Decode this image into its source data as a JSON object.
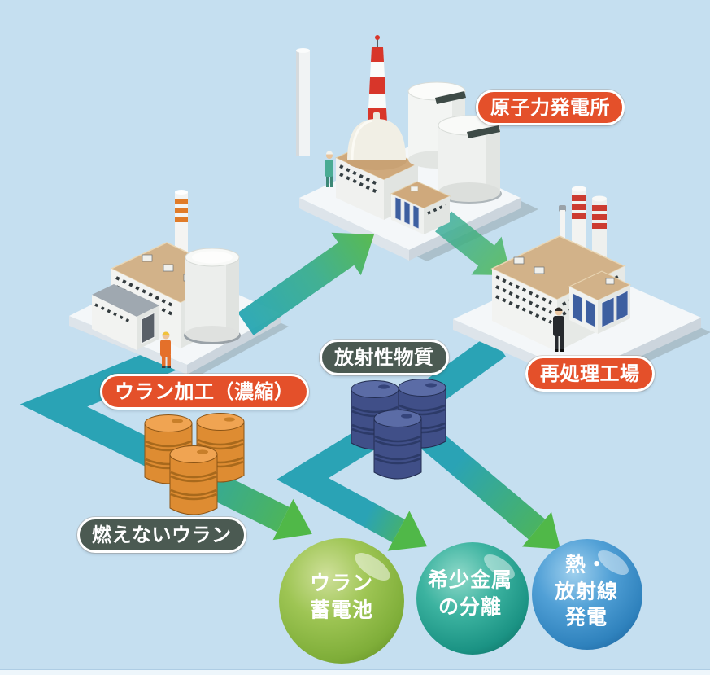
{
  "background_color": "#c5dff0",
  "badges": {
    "nuclear_plant": {
      "label": "原子力発電所",
      "bg_color": "#e4502a"
    },
    "uranium_processing": {
      "label": "ウラン加工（濃縮）",
      "bg_color": "#e4502a"
    },
    "reprocessing_plant": {
      "label": "再処理工場",
      "bg_color": "#e4502a"
    },
    "radioactive_material": {
      "label": "放射性物質",
      "bg_color": "#4b5a52"
    },
    "unburnable_uranium": {
      "label": "燃えないウラン",
      "bg_color": "#4b5a52"
    }
  },
  "spheres": {
    "uranium_battery": {
      "label": "ウラン\n蓄電池",
      "color": "#8ab83e"
    },
    "rare_metal_separation": {
      "label": "希少金属\nの分離",
      "color": "#1b9384"
    },
    "heat_radiation_power": {
      "label": "熱・\n放射線\n発電",
      "color": "#2f82bd"
    }
  },
  "flows": [
    {
      "from": "ウラン加工（濃縮）",
      "to": "原子力発電所"
    },
    {
      "from": "原子力発電所",
      "to": "再処理工場"
    },
    {
      "from": "ウラン加工（濃縮）",
      "to": "ウラン蓄電池",
      "via": "燃えないウラン"
    },
    {
      "from": "再処理工場",
      "to": "希少金属の分離",
      "via": "放射性物質"
    },
    {
      "from": "再処理工場",
      "to": "熱・放射線発電",
      "via": "放射性物質"
    }
  ],
  "icons": [
    "nuclear-plant-illustration",
    "uranium-plant-illustration",
    "reprocessing-plant-illustration",
    "orange-drums-icon",
    "blue-drums-icon",
    "flow-arrow"
  ],
  "colors": {
    "arrow_teal": "#2aa3b5",
    "arrow_green": "#53b84a",
    "platform_top": "#f4f7f9",
    "platform_shadow": "#a6bbc4",
    "roof_tan": "#d2b289",
    "stripe_red": "#cc3b30",
    "stripe_orange": "#e07b28"
  }
}
